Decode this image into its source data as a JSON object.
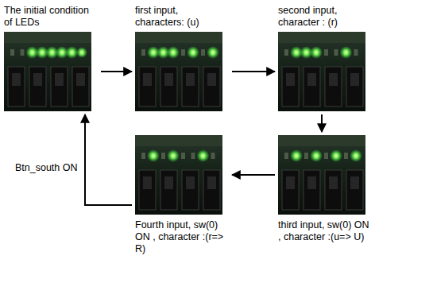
{
  "diagram": {
    "nodes": [
      {
        "text": [
          "The initial condition of LEDs"
        ]
      },
      {
        "text": [
          "first input, characters: (u)"
        ]
      },
      {
        "text": [
          "second input, character : (r)"
        ]
      },
      {
        "text": [
          "Fourth input, sw(0) ON , character :(r=> R)"
        ]
      },
      {
        "text": [
          "third input, sw(0) ON , character :(u=> U)"
        ]
      }
    ],
    "edges": [
      {
        "from": 0,
        "to": 1,
        "arrow": "to"
      },
      {
        "from": 1,
        "to": 2,
        "arrow": "to"
      },
      {
        "from": 2,
        "to": 4,
        "arrow": "to"
      },
      {
        "from": 4,
        "to": 3,
        "arrow": "to"
      },
      {
        "from": 3,
        "to": 0,
        "label": "Btn_south ON",
        "arrow": "to"
      }
    ]
  }
}
